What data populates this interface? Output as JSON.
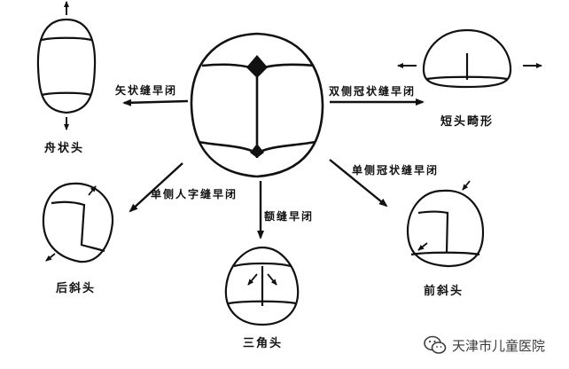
{
  "center": {
    "label": ""
  },
  "arrows": {
    "sagittal": "矢状缝早闭",
    "bilateral_coronal": "双侧冠状缝早闭",
    "unilateral_lambdoid": "单侧人字缝早闭",
    "metopic": "额缝早闭",
    "unilateral_coronal": "单侧冠状缝早闭"
  },
  "shapes": {
    "scaphocephaly": "舟状头",
    "brachycephaly": "短头畸形",
    "posterior_plagiocephaly": "后斜头",
    "trigonocephaly": "三角头",
    "anterior_plagiocephaly": "前斜头"
  },
  "watermark": {
    "text": "天津市儿童医院",
    "logo_icon": "wechat-icon"
  },
  "colors": {
    "ink": "#111111",
    "background": "#ffffff",
    "watermark": "#3b3b3b"
  }
}
